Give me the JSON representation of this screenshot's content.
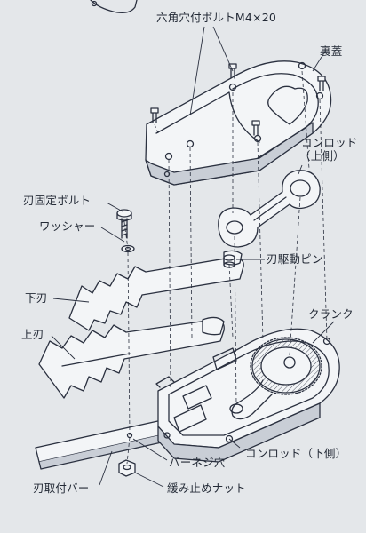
{
  "labels": {
    "hex_bolt": "六角穴付ボルトM4×20",
    "back_cover": "裏蓋",
    "conrod_upper_line1": "コンロッド",
    "conrod_upper_line2": "（上側）",
    "blade_fix_bolt": "刃固定ボルト",
    "washer": "ワッシャー",
    "blade_drive_pin": "刃駆動ピン",
    "lower_blade": "下刃",
    "crank": "クランク",
    "upper_blade": "上刃",
    "conrod_lower": "コンロッド（下側）",
    "bar_screw_hole": "バーネジ穴",
    "blade_mount_bar": "刃取付バー",
    "locknut": "緩み止めナット"
  },
  "colors": {
    "background": "#e4e7ea",
    "line": "#2b3140",
    "part_fill": "#f3f5f7",
    "shadow": "#c9ced6"
  }
}
